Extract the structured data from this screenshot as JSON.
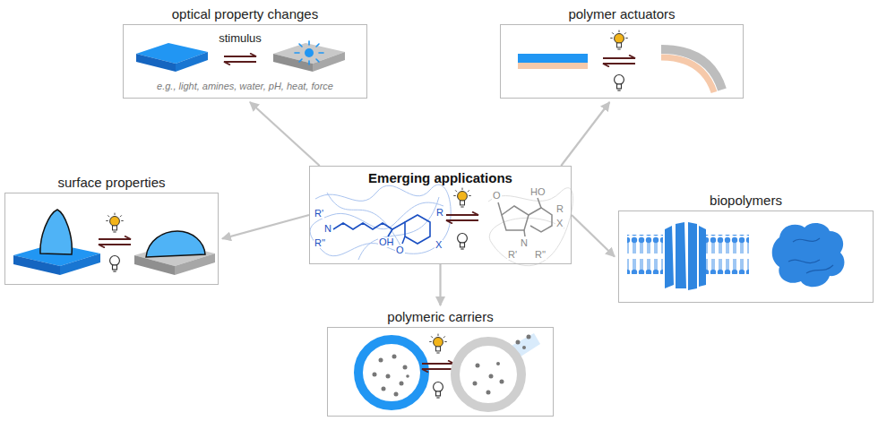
{
  "diagram": {
    "title": "Emerging applications",
    "nodes": [
      {
        "text": [
          "optical property changes",
          "stimulus",
          "e.g., light, amines, water, pH, heat, force"
        ]
      },
      {
        "text": [
          "polymer actuators"
        ]
      },
      {
        "text": [
          "surface properties"
        ]
      },
      {
        "text": [
          "biopolymers"
        ]
      },
      {
        "text": [
          "polymeric carriers"
        ]
      }
    ],
    "edges": [],
    "labels": [
      "R'",
      "N",
      "R''",
      "OH",
      "R",
      "X",
      "O",
      "O",
      "HO",
      "X",
      "R",
      "N",
      "R''",
      "R'"
    ]
  }
}
